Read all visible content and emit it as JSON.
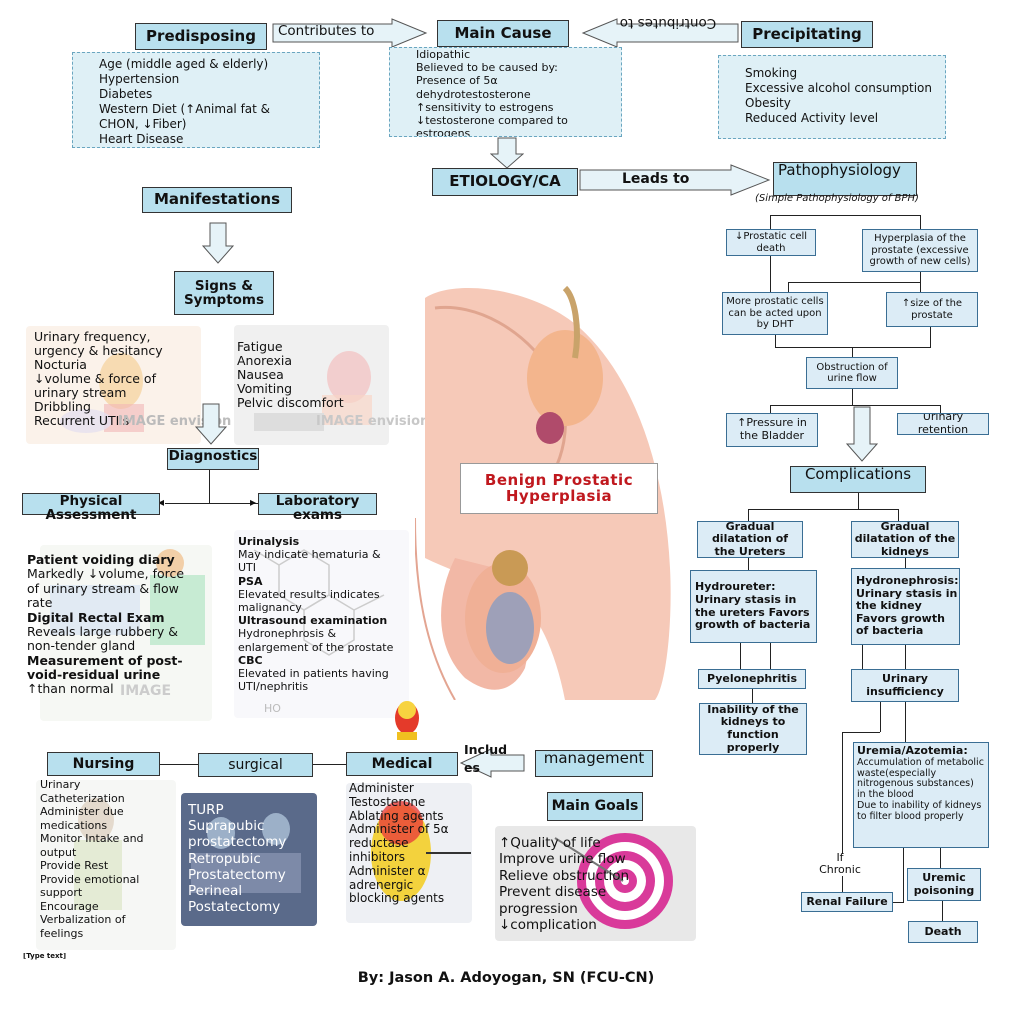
{
  "top": {
    "predisposing": "Predisposing",
    "contributes_to_left": "Contributes to",
    "main_cause": "Main Cause",
    "contributes_to_right": "Contributes to",
    "precipitating": "Precipitating",
    "predisposing_items": [
      "Age (middle aged & elderly)",
      "Hypertension",
      "Diabetes",
      "Western Diet (↑Animal fat &",
      "CHON, ↓Fiber)",
      "Heart Disease"
    ],
    "main_cause_items": [
      "Idiopathic",
      "Believed to be caused by:",
      "Presence of 5α",
      "dehydrotestosterone",
      "↑sensitivity to estrogens",
      "↓testosterone compared to",
      "estrogens"
    ],
    "precipitating_items": [
      "Smoking",
      "Excessive alcohol consumption",
      "Obesity",
      "Reduced Activity level"
    ],
    "etiology": "ETIOLOGY/CA",
    "leads_to": "Leads to",
    "pathophysiology": "Pathophysiology",
    "patho_subtitle": "(Simple Pathophysiology of BPH)"
  },
  "patho": {
    "cell_death": "↓Prostatic cell death",
    "hyperplasia": "Hyperplasia of the prostate (excessive growth of new cells)",
    "more_cells": "More prostatic cells can be acted upon by DHT",
    "size": "↑size of the prostate",
    "obstruction": "Obstruction of urine flow",
    "pressure": "↑Pressure in the Bladder",
    "retention": "Urinary retention"
  },
  "complications": {
    "title": "Complications",
    "ureters": "Gradual dilatation of the Ureters",
    "kidneys": "Gradual dilatation of the kidneys",
    "hydroureter": "Hydroureter: Urinary stasis in the ureters Favors growth of bacteria",
    "hydronephrosis": "Hydronephrosis: Urinary stasis in the kidney Favors growth of bacteria",
    "pyelonephritis": "Pyelonephritis",
    "insufficiency": "Urinary insufficiency",
    "inability": "Inability of the kidneys to function properly",
    "uremia_title": "Uremia/Azotemia:",
    "uremia_items": [
      "Accumulation of metabolic waste(especially nitrogenous substances) in the blood",
      "Due to inability of kidneys to filter blood properly"
    ],
    "if_chronic": "If Chronic",
    "renal_failure": "Renal Failure",
    "uremic": "Uremic poisoning",
    "death": "Death"
  },
  "manifestations": {
    "title": "Manifestations",
    "signs": "Signs & Symptoms",
    "urinary_items": [
      "Urinary frequency,",
      "urgency & hesitancy",
      "Nocturia",
      "↓volume & force of",
      "urinary stream",
      "Dribbling",
      "Recurrent UTI's"
    ],
    "systemic_items": [
      "Fatigue",
      "Anorexia",
      "Nausea",
      "Vomiting",
      "Pelvic discomfort"
    ]
  },
  "diagnostics": {
    "title": "Diagnostics",
    "physical": "Physical Assessment",
    "laboratory": "Laboratory exams",
    "pa_items": [
      {
        "h": "Patient voiding diary",
        "t": "Markedly ↓volume, force of urinary stream & flow rate"
      },
      {
        "h": "Digital Rectal Exam",
        "t": "Reveals large rubbery & non-tender gland"
      },
      {
        "h": "Measurement of post-void-residual urine",
        "t": "↑than normal"
      }
    ],
    "lab_items": [
      {
        "h": "Urinalysis",
        "t": "May indicate hematuria & UTI"
      },
      {
        "h": "PSA",
        "t": "Elevated results indicates malignancy"
      },
      {
        "h": "Ultrasound examination",
        "t": "Hydronephrosis & enlargement of the prostate"
      },
      {
        "h": "CBC",
        "t": "Elevated in patients having UTI/nephritis"
      }
    ]
  },
  "center": {
    "bph_label": "Benign Prostatic Hyperplasia"
  },
  "management": {
    "title": "management",
    "includes": "Includes",
    "medical": "Medical",
    "surgical": "surgical",
    "nursing": "Nursing",
    "main_goals": "Main Goals",
    "nursing_items": [
      "Urinary",
      "Catheterization",
      "Administer due",
      "medications",
      "Monitor Intake and",
      "output",
      "Provide Rest",
      "Provide emotional",
      "support",
      "Encourage",
      "Verbalization of",
      "feelings"
    ],
    "surgical_items": [
      "TURP",
      "Suprapubic",
      "prostatectomy",
      "Retropubic",
      "Prostatectomy",
      "Perineal",
      "Postatectomy"
    ],
    "medical_items": [
      "Administer",
      "Testosterone",
      "Ablating agents",
      "Administer of 5α",
      "reductase",
      "inhibitors",
      "Administer α",
      "adrenergic",
      "blocking agents"
    ],
    "goals_items": [
      "↑Quality of life",
      "Improve urine flow",
      "Relieve obstruction",
      "Prevent disease",
      "progression",
      "↓complication"
    ]
  },
  "footer": {
    "type_text": "[Type text]",
    "byline": "By: Jason A. Adoyogan, SN (FCU-CN)"
  },
  "watermark": "IMAGE envision",
  "colors": {
    "box_fill": "#b8e0ee",
    "panel_fill": "#dff0f6",
    "title_red": "#c0181e",
    "target_pink": "#d93a9a"
  }
}
